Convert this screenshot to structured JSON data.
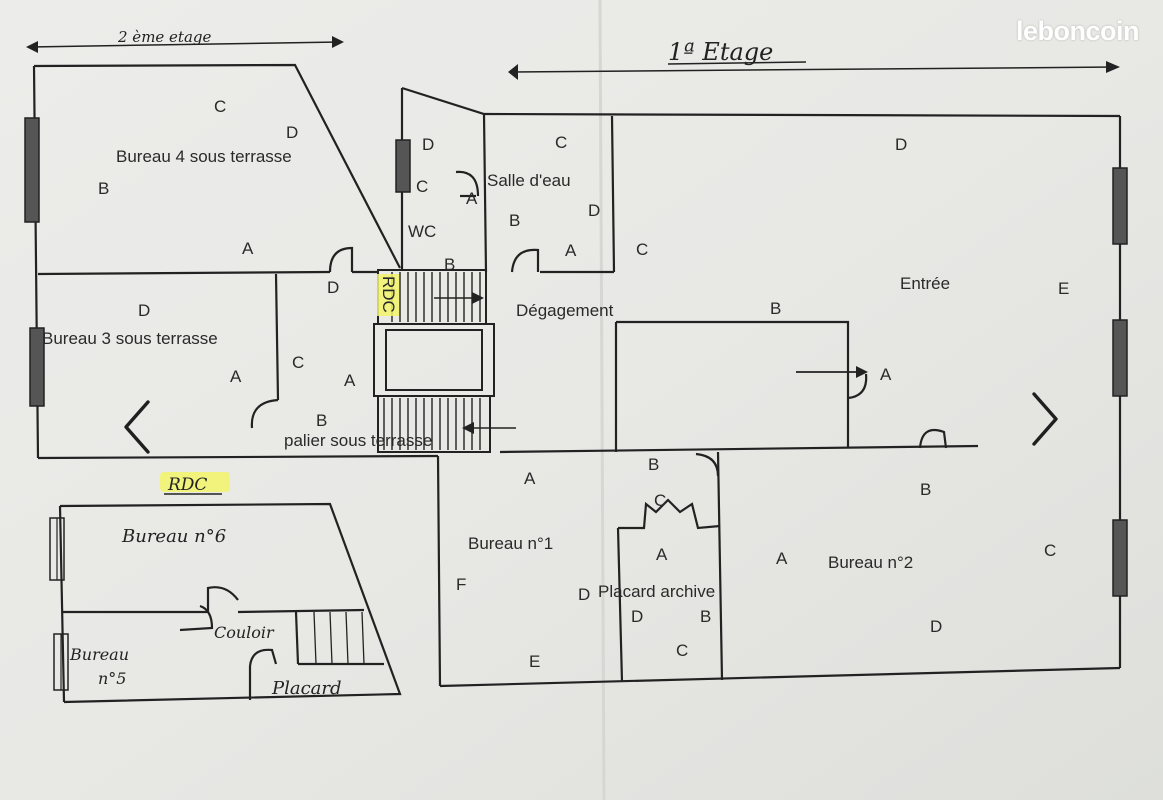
{
  "brand": {
    "name": "leboncoin"
  },
  "nav": {
    "prev_icon": "chevron-left-icon",
    "next_icon": "chevron-right-icon"
  },
  "plan": {
    "second_floor_header": "2 ème etage",
    "first_floor_header": "1ª Etage",
    "rdc_header": "RDC",
    "rdc_stair_label": "RDC",
    "rooms": {
      "bureau4": "Bureau 4 sous terrasse",
      "bureau3": "Bureau 3 sous terrasse",
      "palier": "palier sous terrasse",
      "wc": "WC",
      "salle_eau": "Salle d'eau",
      "degagement": "Dégagement",
      "entree": "Entrée",
      "bureau1": "Bureau n°1",
      "placard_archive": "Placard archive",
      "bureau2": "Bureau n°2",
      "bureau6": "Bureau n°6",
      "bureau5_line1": "Bureau",
      "bureau5_line2": "n°5",
      "couloir": "Couloir",
      "placard": "Placard"
    },
    "wall_letters": {
      "l01": "C",
      "l02": "D",
      "l03": "B",
      "l04": "A",
      "l05": "D",
      "l06": "A",
      "l07": "C",
      "l08": "D",
      "l09": "A",
      "l10": "B",
      "l11": "D",
      "l12": "C",
      "l13": "A",
      "l14": "B",
      "l15": "C",
      "l16": "B",
      "l17": "D",
      "l18": "A",
      "l19": "C",
      "l20": "D",
      "l21": "E",
      "l22": "B",
      "l23": "A",
      "l24": "A",
      "l25": "F",
      "l26": "E",
      "l27": "B",
      "l28": "C",
      "l29": "A",
      "l30": "D",
      "l31": "D",
      "l32": "B",
      "l33": "C",
      "l34": "B",
      "l35": "A",
      "l36": "C",
      "l37": "D"
    }
  }
}
